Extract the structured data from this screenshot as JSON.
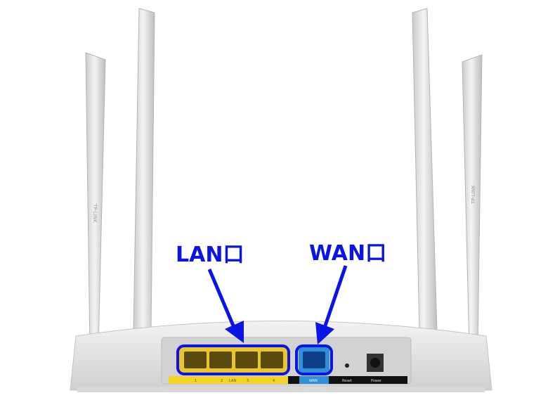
{
  "annotations": {
    "lan_label": "LAN口",
    "wan_label": "WAN口"
  },
  "router": {
    "brand": "TP-LINK",
    "port_labels": [
      "1",
      "2",
      "LAN",
      "3",
      "4"
    ],
    "wan_port_label": "WAN",
    "reset_label": "Reset",
    "power_label": "Power"
  },
  "colors": {
    "annotation": "#0a14e6",
    "lan_ports": "#e9c62a",
    "wan_port": "#2f8fd8",
    "body": "#e6e6e6"
  }
}
